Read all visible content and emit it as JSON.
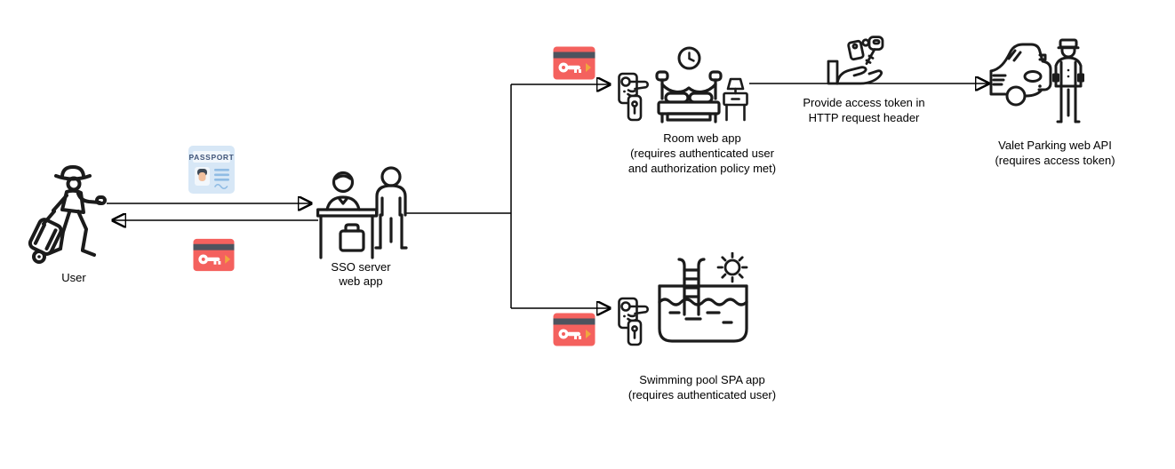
{
  "diagram": {
    "background": "#ffffff",
    "colors": {
      "line": "#000000",
      "text": "#000000",
      "icon_stroke": "#1b1b1b",
      "keycard_bg": "#f4615e",
      "keycard_stripe": "#4d535e",
      "keycard_key": "#ffffff",
      "keycard_triangle": "#f0a63f",
      "passport_bg": "#d7e7f6",
      "passport_panel": "#f2f7fc",
      "passport_text": "#42567a",
      "passport_lines": "#90bce4",
      "passport_hair": "#3f4a57",
      "passport_skin": "#f2c09e"
    },
    "nodes": {
      "user": {
        "label": "User"
      },
      "sso_server": {
        "lines": [
          "SSO server",
          "web app"
        ]
      },
      "room_app": {
        "lines": [
          "Room web app",
          "(requires authenticated user",
          "and authorization policy met)"
        ]
      },
      "token_note": {
        "lines": [
          "Provide access token in",
          "HTTP request header"
        ]
      },
      "valet_api": {
        "lines": [
          "Valet Parking web API",
          "(requires access token)"
        ]
      },
      "spa_app": {
        "lines": [
          "Swimming pool SPA app",
          "(requires authenticated user)"
        ]
      }
    },
    "icons": {
      "passport_label": "PASSPORT"
    }
  }
}
